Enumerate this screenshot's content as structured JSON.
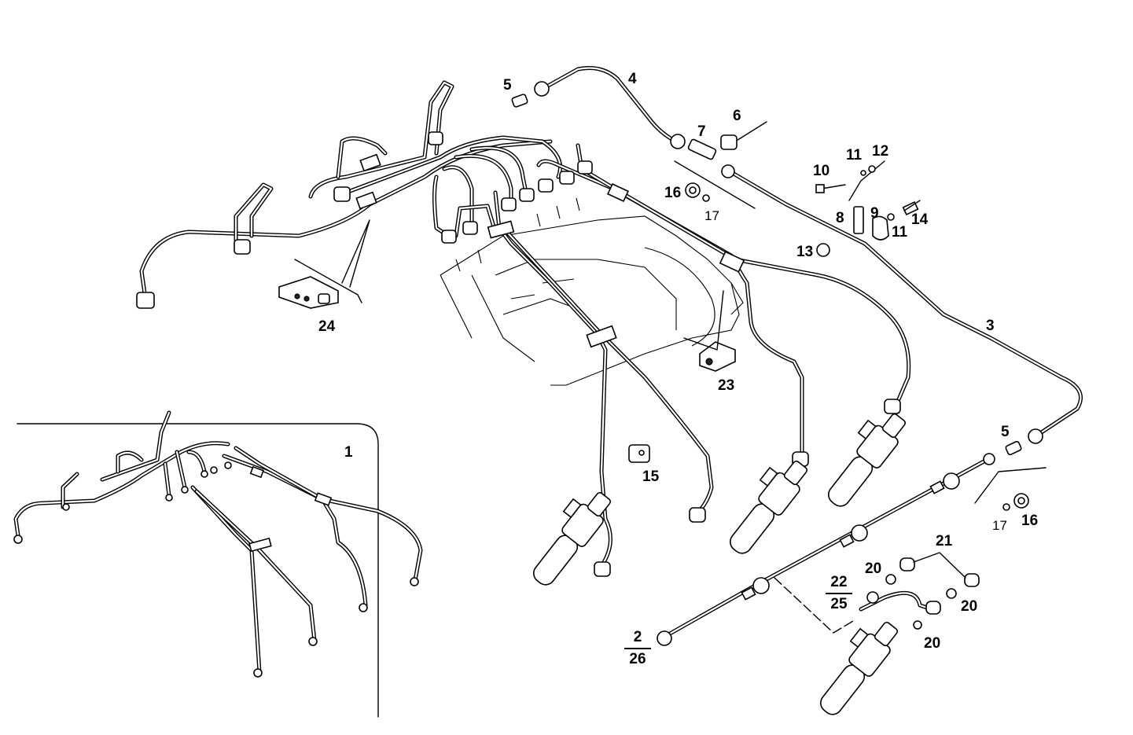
{
  "labels": {
    "l1": "1",
    "l3": "3",
    "l4": "4",
    "l5a": "5",
    "l5b": "5",
    "l6": "6",
    "l7": "7",
    "l8": "8",
    "l9": "9",
    "l10": "10",
    "l11a": "11",
    "l11b": "11",
    "l12": "12",
    "l13": "13",
    "l14": "14",
    "l15": "15",
    "l16a": "16",
    "l16b": "16",
    "l17a": "17",
    "l17b": "17",
    "l20a": "20",
    "l20b": "20",
    "l20c": "20",
    "l21": "21",
    "l23": "23",
    "l24": "24"
  },
  "fractions": {
    "f1": {
      "top": "22",
      "bottom": "25"
    },
    "f2": {
      "top": "2",
      "bottom": "26"
    }
  }
}
